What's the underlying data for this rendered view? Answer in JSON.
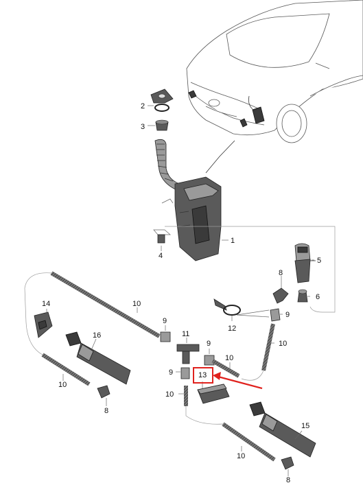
{
  "labels": {
    "p1": "1",
    "p2": "2",
    "p3": "3",
    "p4": "4",
    "p5": "5",
    "p6": "6",
    "p8a": "8",
    "p8b": "8",
    "p8c": "8",
    "p9a": "9",
    "p9b": "9",
    "p9c": "9",
    "p9d": "9",
    "p10a": "10",
    "p10b": "10",
    "p10c": "10",
    "p10d": "10",
    "p10e": "10",
    "p10f": "10",
    "p11": "11",
    "p12": "12",
    "p13": "13",
    "p14": "14",
    "p15": "15",
    "p16": "16"
  },
  "highlight": {
    "color": "#e0211d"
  }
}
